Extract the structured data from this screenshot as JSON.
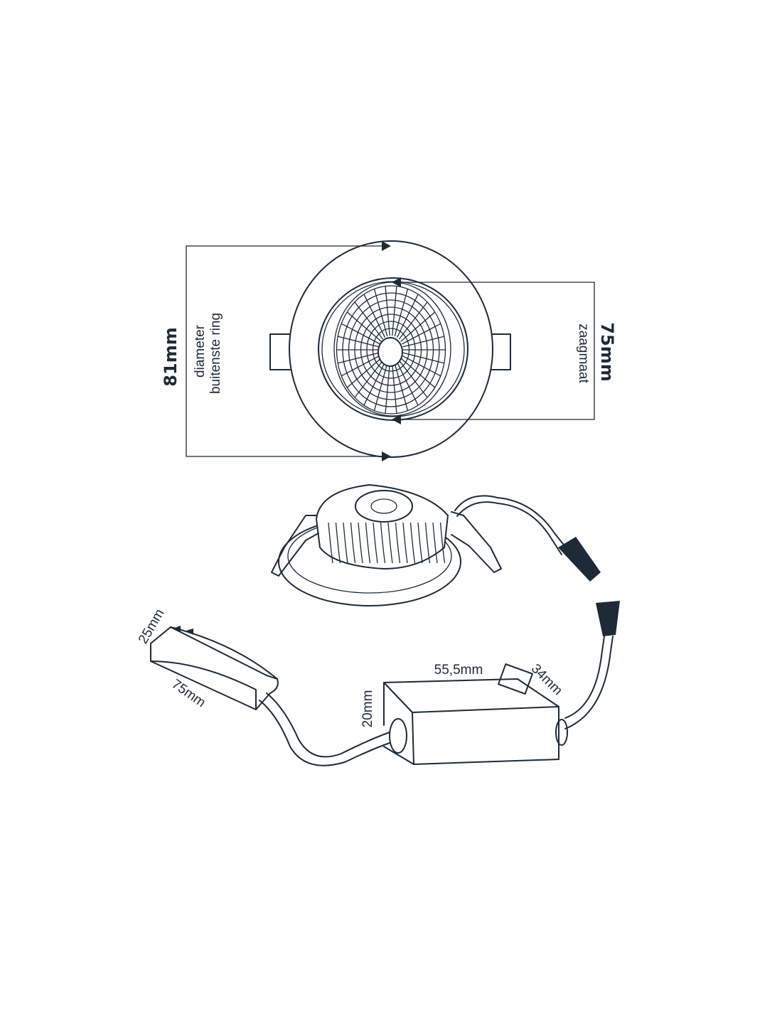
{
  "top_view": {
    "outer_dimension": "81mm",
    "outer_caption_line1": "diameter",
    "outer_caption_line2": "buitenste ring",
    "cutout_dimension": "75mm",
    "cutout_caption": "zaagmaat"
  },
  "connector_box": {
    "height": "25mm",
    "length": "75mm"
  },
  "driver": {
    "length": "55,5mm",
    "width": "34mm",
    "height": "20mm"
  },
  "colors": {
    "line": "#1d2a38"
  }
}
